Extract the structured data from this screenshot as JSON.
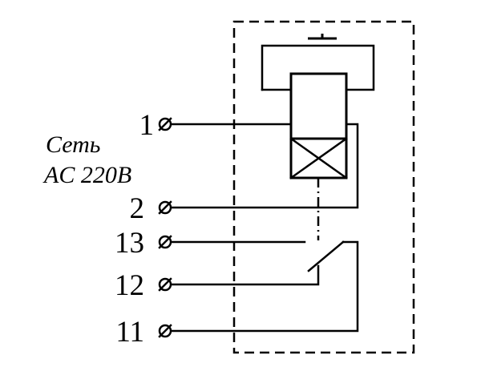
{
  "caption": {
    "line1": "Сеть",
    "line2": "AC 220B"
  },
  "terminals": [
    {
      "id": "1",
      "label": "1"
    },
    {
      "id": "2",
      "label": "2"
    },
    {
      "id": "13",
      "label": "13"
    },
    {
      "id": "12",
      "label": "12"
    },
    {
      "id": "11",
      "label": "11"
    }
  ],
  "colors": {
    "line": "#000000",
    "background": "#ffffff"
  }
}
